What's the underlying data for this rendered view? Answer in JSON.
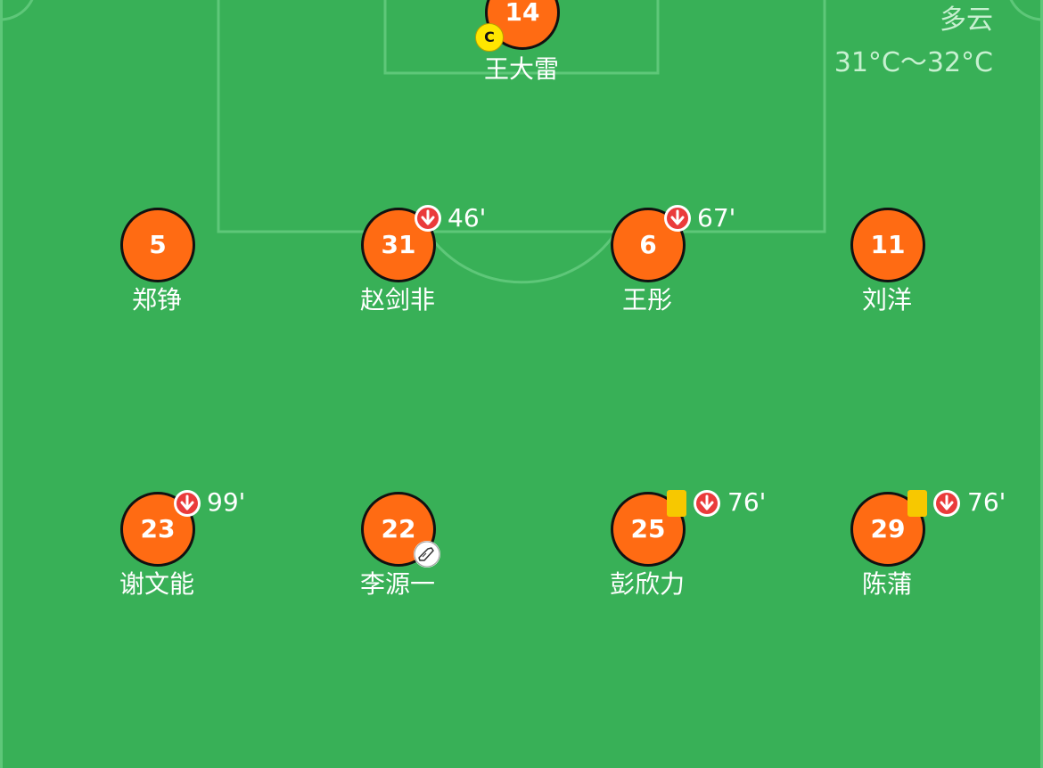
{
  "weather": {
    "condition": "多云",
    "temperature": "31°C～32°C"
  },
  "players": [
    {
      "number": "14",
      "name": "王大雷",
      "captain": true,
      "captain_label": "C"
    },
    {
      "number": "5",
      "name": "郑铮"
    },
    {
      "number": "31",
      "name": "赵剑非",
      "sub_off": "46'"
    },
    {
      "number": "6",
      "name": "王彤",
      "sub_off": "67'"
    },
    {
      "number": "11",
      "name": "刘洋"
    },
    {
      "number": "23",
      "name": "谢文能",
      "sub_off": "99'"
    },
    {
      "number": "22",
      "name": "李源一",
      "goal": true
    },
    {
      "number": "25",
      "name": "彭欣力",
      "yellow_card": true,
      "sub_off": "76'"
    },
    {
      "number": "29",
      "name": "陈蒲",
      "yellow_card": true,
      "sub_off": "76'"
    }
  ],
  "colors": {
    "pitch": "#38b057",
    "player_disc": "#ff6b13",
    "sub_badge": "#ea3b3b",
    "yellow_card": "#f7c800",
    "captain_badge": "#ffe600"
  },
  "icons": {
    "substitution": "sub-off-icon",
    "card": "yellow-card-icon",
    "captain": "captain-badge-icon",
    "goal": "boot-icon"
  }
}
